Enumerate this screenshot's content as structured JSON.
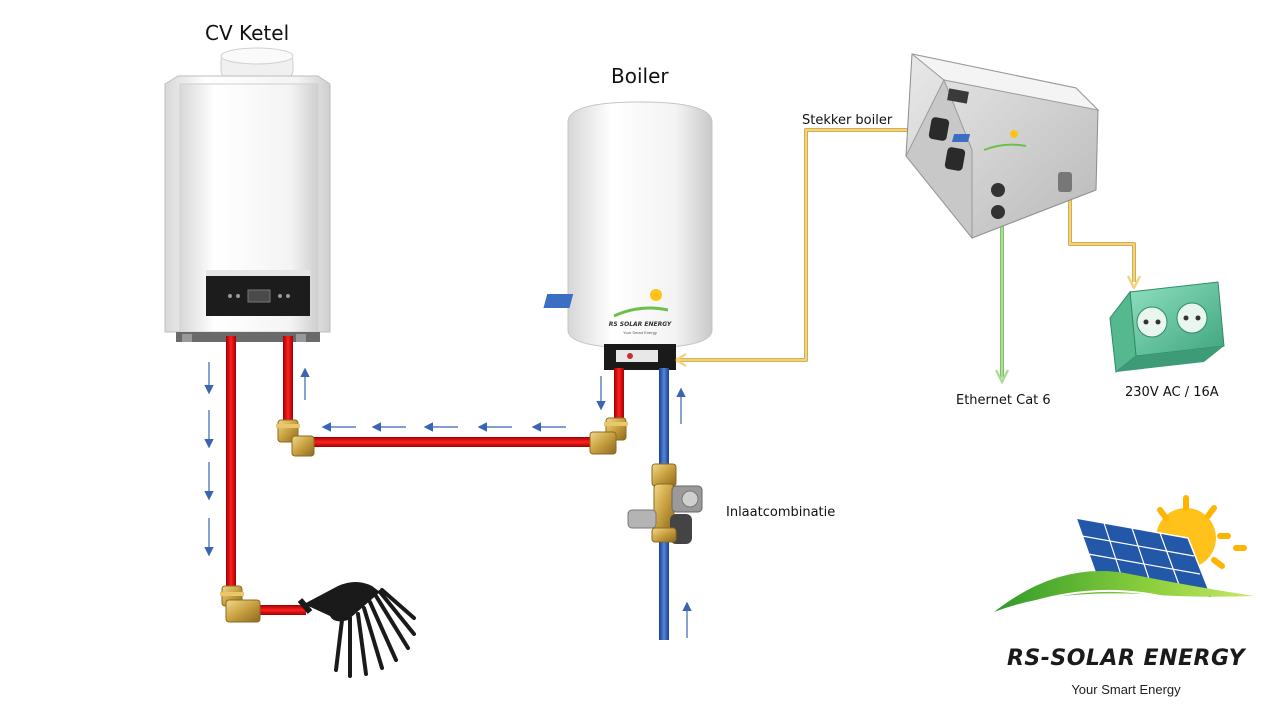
{
  "labels": {
    "cv_ketel": "CV Ketel",
    "boiler": "Boiler",
    "stekker_boiler": "Stekker boiler",
    "ethernet": "Ethernet Cat 6",
    "power": "230V AC / 16A",
    "inlaat": "Inlaatcombinatie"
  },
  "logo": {
    "name": "RS-SOLAR ENERGY",
    "tagline": "Your Smart Energy",
    "small_name": "RS SOLAR ENERGY",
    "small_tagline": "Your Smart Energy"
  },
  "colors": {
    "hot_pipe": "#d40000",
    "cold_pipe": "#2a5db0",
    "flow_arrow": "#3a64b4",
    "power_cable": "#f2d27a",
    "ethernet_cable": "#9fd08a",
    "socket": "#5fc29c"
  },
  "icons": [
    "cv-ketel-icon",
    "boiler-icon",
    "control-box-icon",
    "wall-socket-icon",
    "shower-head-icon",
    "inlet-valve-icon",
    "solar-logo-icon"
  ]
}
